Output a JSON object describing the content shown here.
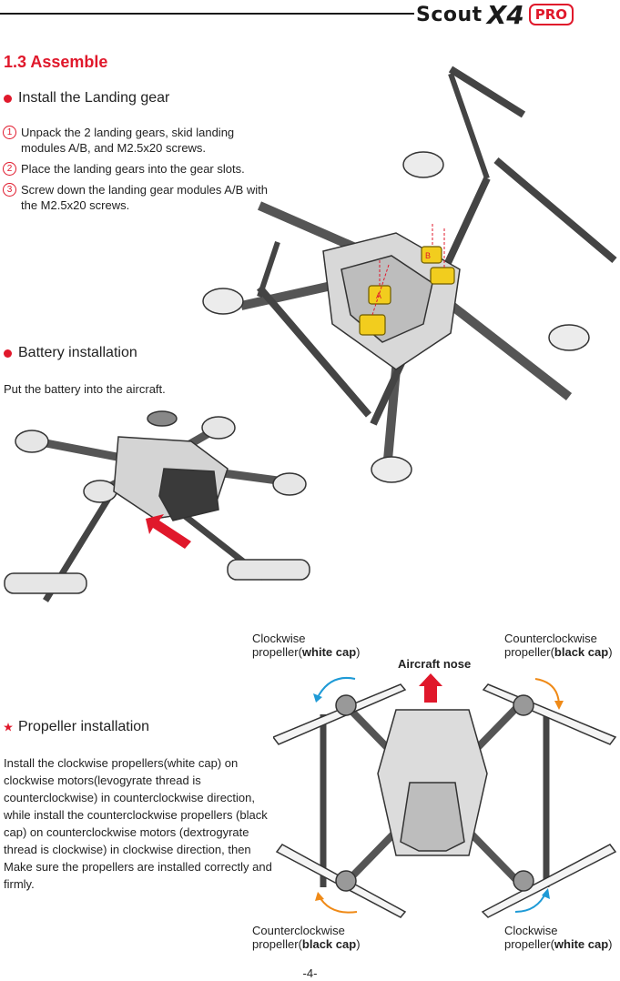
{
  "header": {
    "brand_word": "Scout",
    "brand_model": "X4",
    "brand_badge": "PRO"
  },
  "section": {
    "title": "1.3 Assemble"
  },
  "landing_gear": {
    "heading": "Install the Landing gear",
    "steps": [
      {
        "num": "1",
        "text": "Unpack the 2 landing gears, skid landing modules A/B, and M2.5x20 screws."
      },
      {
        "num": "2",
        "text": "Place the landing gears into the gear slots."
      },
      {
        "num": "3",
        "text": "Screw down the landing gear modules A/B with the M2.5x20 screws."
      }
    ],
    "module_labels": [
      "A",
      "B"
    ]
  },
  "battery": {
    "heading": "Battery installation",
    "text": "Put the battery into the aircraft."
  },
  "propeller": {
    "heading": "Propeller installation",
    "text": "Install the clockwise propellers(white cap) on clockwise motors(levogyrate thread is counterclockwise) in counterclockwise direction, while install the counterclockwise propellers (black cap) on counterclockwise motors (dextrogyrate thread is clockwise) in clockwise direction, then Make sure the propellers are installed correctly and firmly.",
    "nose_label": "Aircraft nose",
    "captions": {
      "top_left": {
        "line1": "Clockwise",
        "prefix": "propeller(",
        "bold": "white cap",
        "suffix": ")"
      },
      "top_right": {
        "line1": "Counterclockwise",
        "prefix": "propeller(",
        "bold": "black cap",
        "suffix": ")"
      },
      "bot_left": {
        "line1": "Counterclockwise",
        "prefix": "propeller(",
        "bold": "black cap",
        "suffix": ")"
      },
      "bot_right": {
        "line1": "Clockwise",
        "prefix": "propeller(",
        "bold": "white cap",
        "suffix": ")"
      }
    }
  },
  "footer": {
    "page_number": "-4-"
  },
  "colors": {
    "accent_red": "#e0182b",
    "clockwise_blue": "#1e9ad6",
    "counterclockwise_orange": "#ef8a17",
    "module_yellow": "#f2cd1e"
  }
}
